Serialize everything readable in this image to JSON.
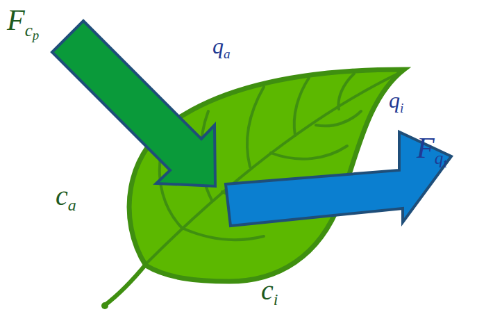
{
  "diagram": {
    "labels": [
      "Fcp",
      "qa",
      "qi",
      "Fqt",
      "ca",
      "ci"
    ]
  }
}
